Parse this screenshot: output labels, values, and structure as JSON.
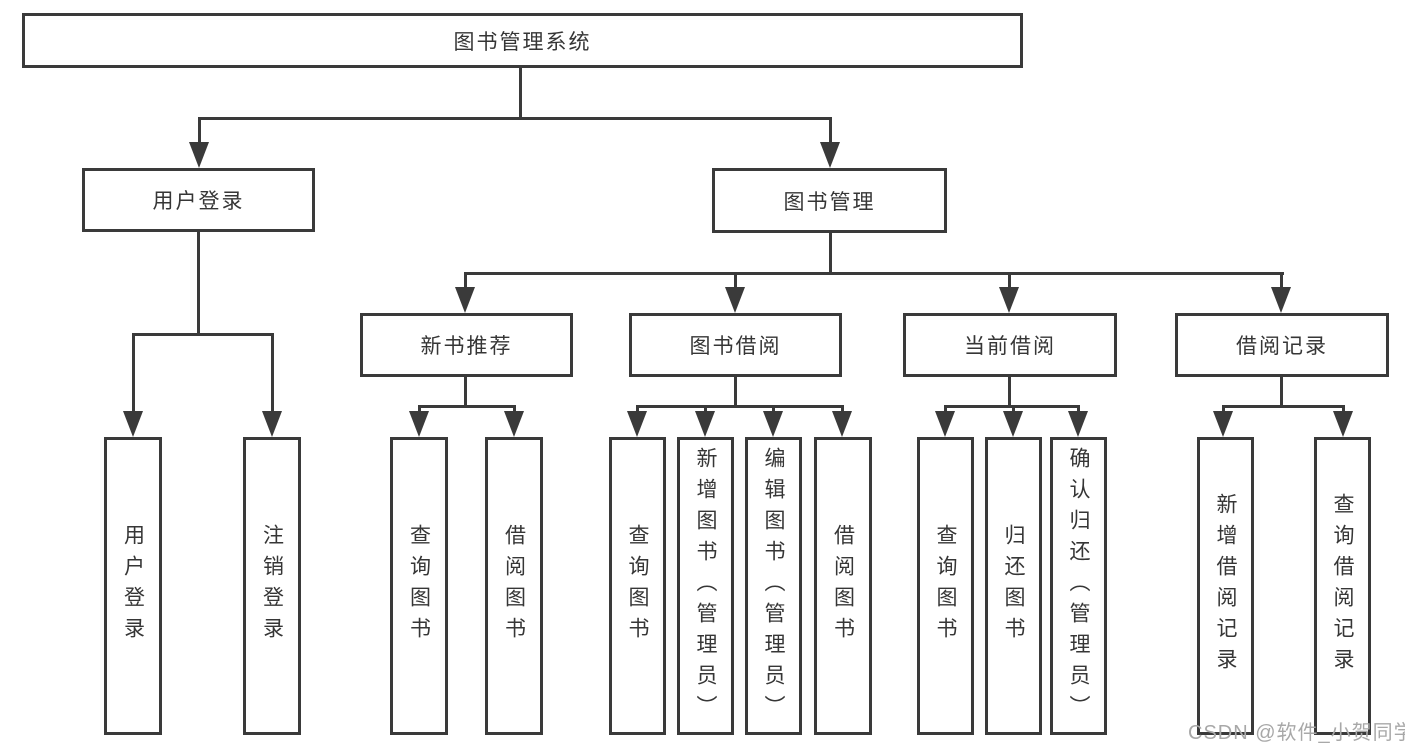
{
  "nodes": {
    "root": "图书管理系统",
    "l2": [
      "用户登录",
      "图书管理"
    ],
    "l3": [
      "新书推荐",
      "图书借阅",
      "当前借阅",
      "借阅记录"
    ],
    "l4": [
      "用户登录",
      "注销登录",
      "查询图书",
      "借阅图书",
      "查询图书",
      "新增图书（管理员）",
      "编辑图书（管理员）",
      "借阅图书",
      "查询图书",
      "归还图书",
      "确认归还（管理员）",
      "新增借阅记录",
      "查询借阅记录"
    ]
  },
  "watermark": "CSDN @软件_小贺同学",
  "colors": {
    "line": "#3a3a3a",
    "text": "#363636",
    "watermark": "#a8a8a8",
    "background": "#ffffff"
  }
}
